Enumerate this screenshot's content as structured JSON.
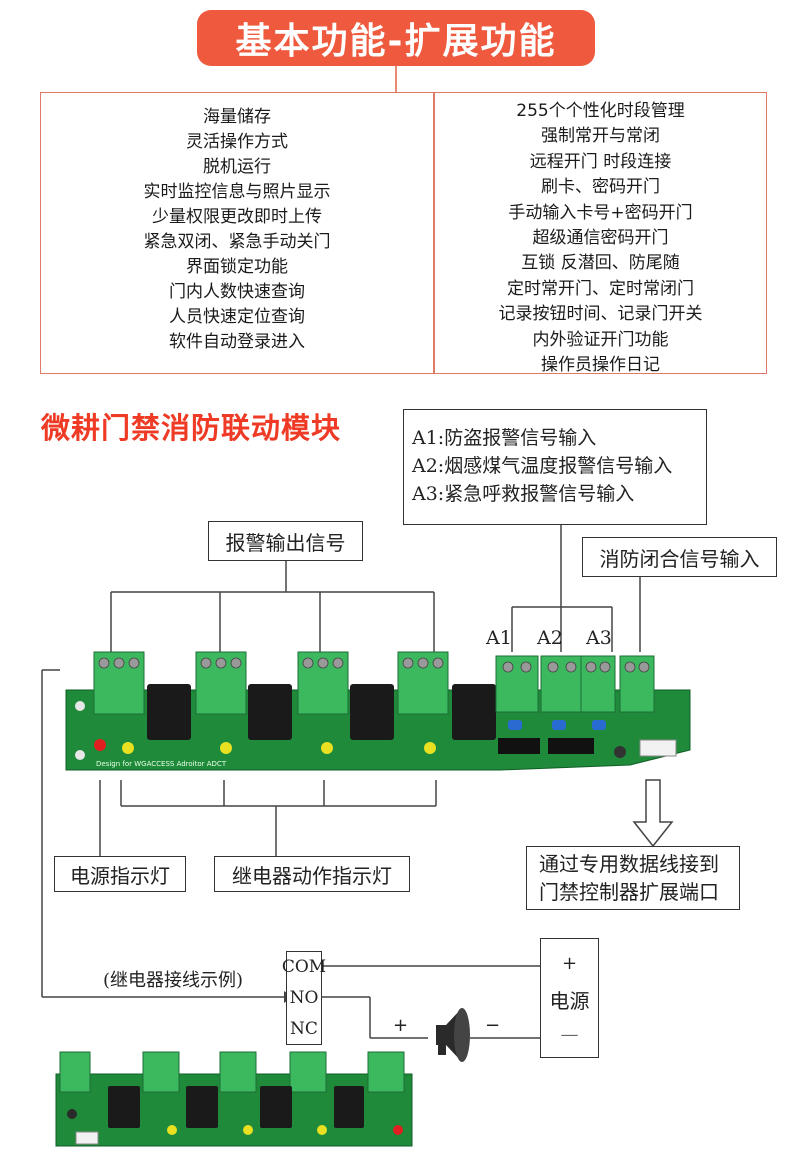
{
  "header": {
    "title": "基本功能-扩展功能"
  },
  "features": {
    "basic": [
      "海量储存",
      "灵活操作方式",
      "脱机运行",
      "实时监控信息与照片显示",
      "少量权限更改即时上传",
      "紧急双闭、紧急手动关门",
      "界面锁定功能",
      "门内人数快速查询",
      "人员快速定位查询",
      "软件自动登录进入"
    ],
    "extended": [
      "255个个性化时段管理",
      "强制常开与常闭",
      "远程开门 时段连接",
      "刷卡、密码开门",
      "手动输入卡号+密码开门",
      "超级通信密码开门",
      "互锁 反潜回、防尾随",
      "定时常开门、定时常闭门",
      "记录按钮时间、记录门开关",
      "内外验证开门功能",
      "操作员操作日记"
    ]
  },
  "diagram": {
    "title": "微耕门禁消防联动模块",
    "alarm_inputs": [
      "A1:防盗报警信号输入",
      "A2:烟感煤气温度报警信号输入",
      "A3:紧急呼救报警信号输入"
    ],
    "alarm_output_label": "报警输出信号",
    "fire_input_label": "消防闭合信号输入",
    "port_labels": [
      "A1",
      "A2",
      "A3"
    ],
    "board_text": "Design for WGACCESS Adroitor ADCT",
    "power_led_label": "电源指示灯",
    "relay_led_label": "继电器动作指示灯",
    "data_cable_label": [
      "通过专用数据线接到",
      "门禁控制器扩展端口"
    ],
    "relay_example_label": "(继电器接线示例)",
    "terminals": [
      "COM",
      "NO",
      "NC"
    ],
    "power_supply": {
      "label": "电源",
      "plus": "+",
      "minus": "—"
    },
    "wire_plus": "+",
    "wire_minus": "−"
  },
  "colors": {
    "accent": "#ef5a3e",
    "title_red": "#ef3b26",
    "pcb_green": "#1f8a3a",
    "terminal_green": "#3cb85e"
  }
}
